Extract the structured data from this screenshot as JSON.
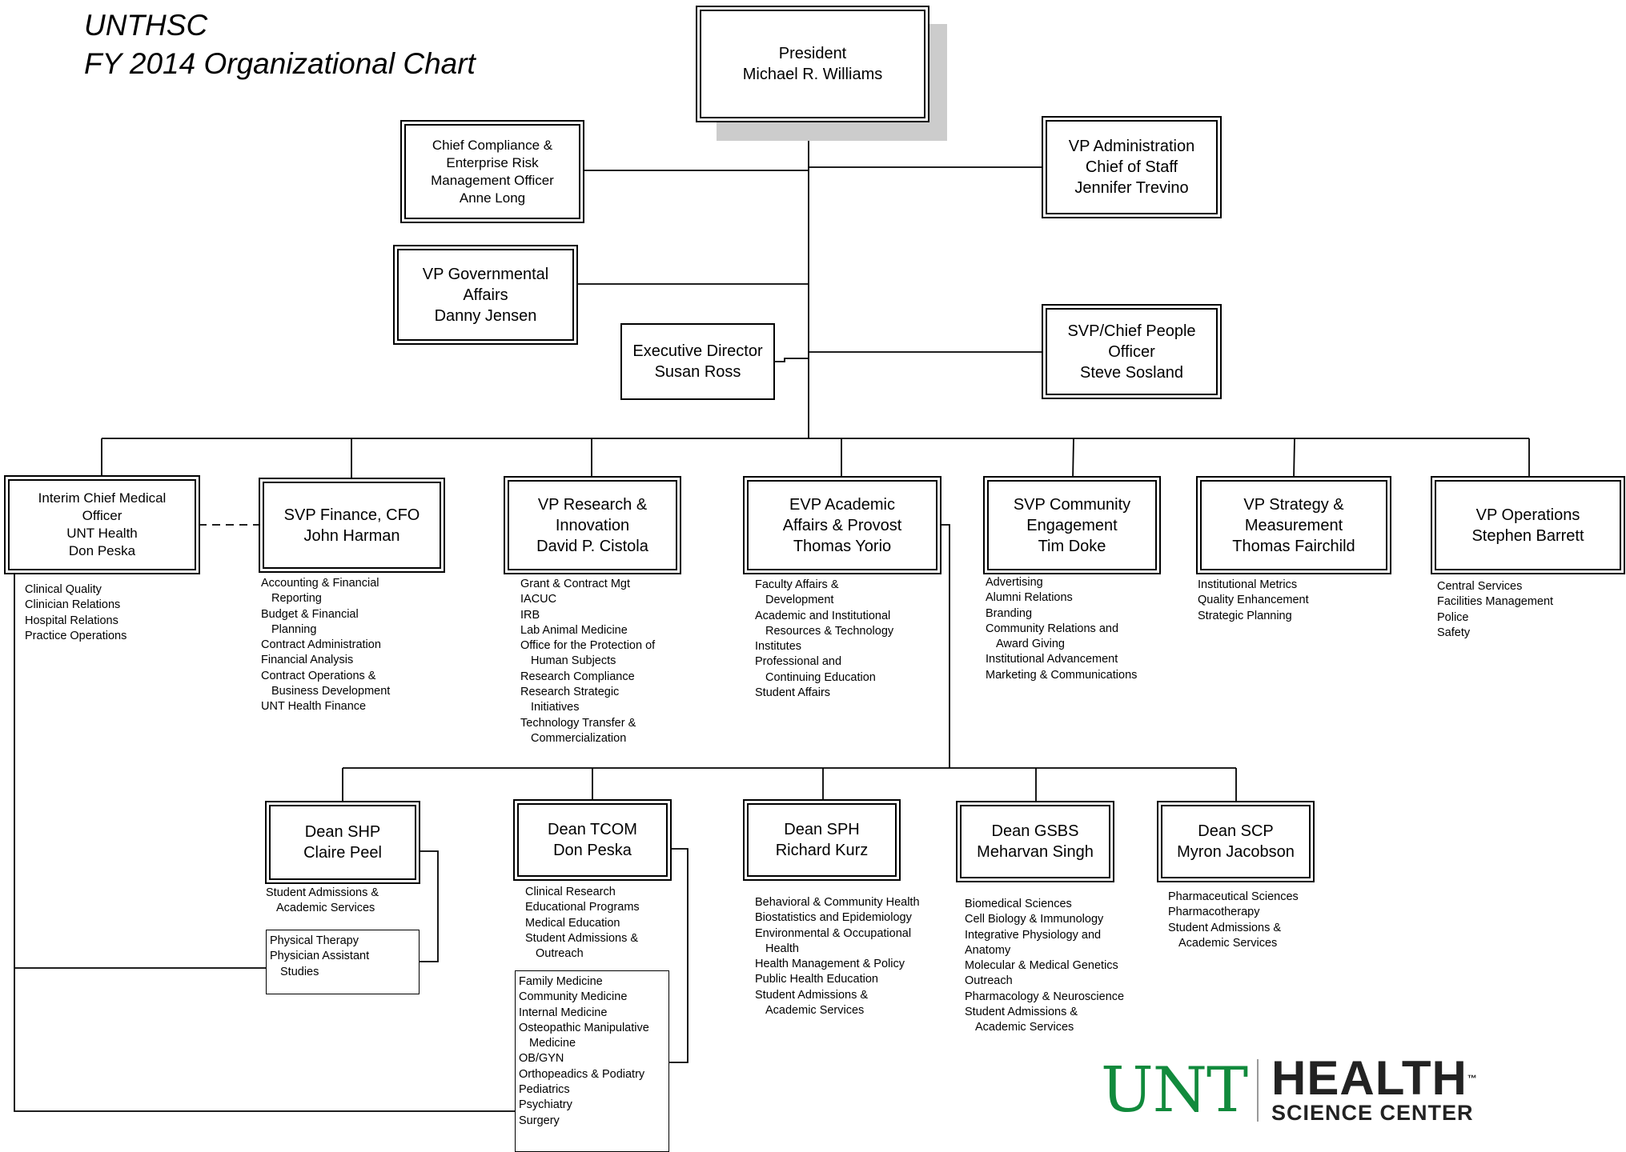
{
  "title": {
    "line1": "UNTHSC",
    "line2": "FY 2014 Organizational Chart"
  },
  "boxes": {
    "president": [
      "President",
      "Michael R. Williams"
    ],
    "compliance": [
      "Chief Compliance &",
      "Enterprise Risk",
      "Management Officer",
      "Anne Long"
    ],
    "vp_admin": [
      "VP Administration",
      "Chief of Staff",
      "Jennifer Trevino"
    ],
    "vp_gov": [
      "VP Governmental",
      "Affairs",
      "Danny Jensen"
    ],
    "exec_dir": [
      "Executive Director",
      "Susan Ross"
    ],
    "svp_people": [
      "SVP/Chief People",
      "Officer",
      "Steve Sosland"
    ],
    "cmo": [
      "Interim Chief Medical",
      "Officer",
      "UNT Health",
      "Don Peska"
    ],
    "cfo": [
      "SVP Finance, CFO",
      "John Harman"
    ],
    "research": [
      "VP Research &",
      "Innovation",
      "David P. Cistola"
    ],
    "provost": [
      "EVP Academic",
      "Affairs & Provost",
      "Thomas Yorio"
    ],
    "community": [
      "SVP Community",
      "Engagement",
      "Tim Doke"
    ],
    "strategy": [
      "VP Strategy &",
      "Measurement",
      "Thomas Fairchild"
    ],
    "operations": [
      "VP Operations",
      "Stephen Barrett"
    ],
    "shp": [
      "Dean SHP",
      "Claire Peel"
    ],
    "tcom": [
      "Dean TCOM",
      "Don Peska"
    ],
    "sph": [
      "Dean SPH",
      "Richard Kurz"
    ],
    "gsbs": [
      "Dean GSBS",
      "Meharvan Singh"
    ],
    "scp": [
      "Dean SCP",
      "Myron Jacobson"
    ]
  },
  "lists": {
    "cmo": [
      "Clinical Quality",
      "Clinician Relations",
      "Hospital Relations",
      "Practice Operations"
    ],
    "cfo": [
      "Accounting & Financial",
      "~Reporting",
      "Budget & Financial",
      "~Planning",
      "Contract Administration",
      "Financial Analysis",
      "Contract Operations &",
      "~Business Development",
      "UNT Health Finance"
    ],
    "research": [
      "Grant & Contract Mgt",
      "IACUC",
      "IRB",
      "Lab Animal Medicine",
      "Office for the Protection of",
      "~Human Subjects",
      "Research Compliance",
      "Research Strategic",
      "~Initiatives",
      "Technology Transfer &",
      "~Commercialization"
    ],
    "provost": [
      "Faculty Affairs &",
      "~Development",
      "Academic and Institutional",
      "~Resources & Technology",
      "Institutes",
      "Professional and",
      "~Continuing Education",
      "Student Affairs"
    ],
    "community": [
      "Advertising",
      "Alumni Relations",
      "Branding",
      "Community Relations and",
      "~Award Giving",
      "Institutional Advancement",
      "Marketing &  Communications"
    ],
    "strategy": [
      "Institutional Metrics",
      "Quality Enhancement",
      "Strategic Planning"
    ],
    "operations": [
      "Central Services",
      "Facilities Management",
      "Police",
      "Safety"
    ],
    "shp": [
      "Student Admissions &",
      "~Academic Services"
    ],
    "shp_box": [
      "Physical Therapy",
      "Physician Assistant",
      "~Studies"
    ],
    "tcom": [
      "Clinical Research",
      "Educational Programs",
      "Medical Education",
      "Student Admissions &",
      "~Outreach"
    ],
    "tcom_box": [
      "Family Medicine",
      "Community Medicine",
      "Internal Medicine",
      "Osteopathic Manipulative",
      "~Medicine",
      "OB/GYN",
      "Orthopeadics & Podiatry",
      "Pediatrics",
      "Psychiatry",
      "Surgery"
    ],
    "sph": [
      "Behavioral & Community Health",
      "Biostatistics and Epidemiology",
      "Environmental & Occupational",
      "~Health",
      "Health Management  & Policy",
      "Public Health Education",
      "Student Admissions &",
      "~Academic Services"
    ],
    "gsbs": [
      "Biomedical Sciences",
      "Cell Biology & Immunology",
      "Integrative Physiology and",
      "Anatomy",
      "Molecular & Medical Genetics",
      "Outreach",
      "Pharmacology & Neuroscience",
      "Student Admissions &",
      "~Academic Services"
    ],
    "scp": [
      "Pharmaceutical Sciences",
      "Pharmacotherapy",
      "Student Admissions &",
      "~Academic Services"
    ]
  },
  "logo": {
    "unt": "UNT",
    "health": "HEALTH",
    "science": "SCIENCE CENTER",
    "tm": "™"
  }
}
